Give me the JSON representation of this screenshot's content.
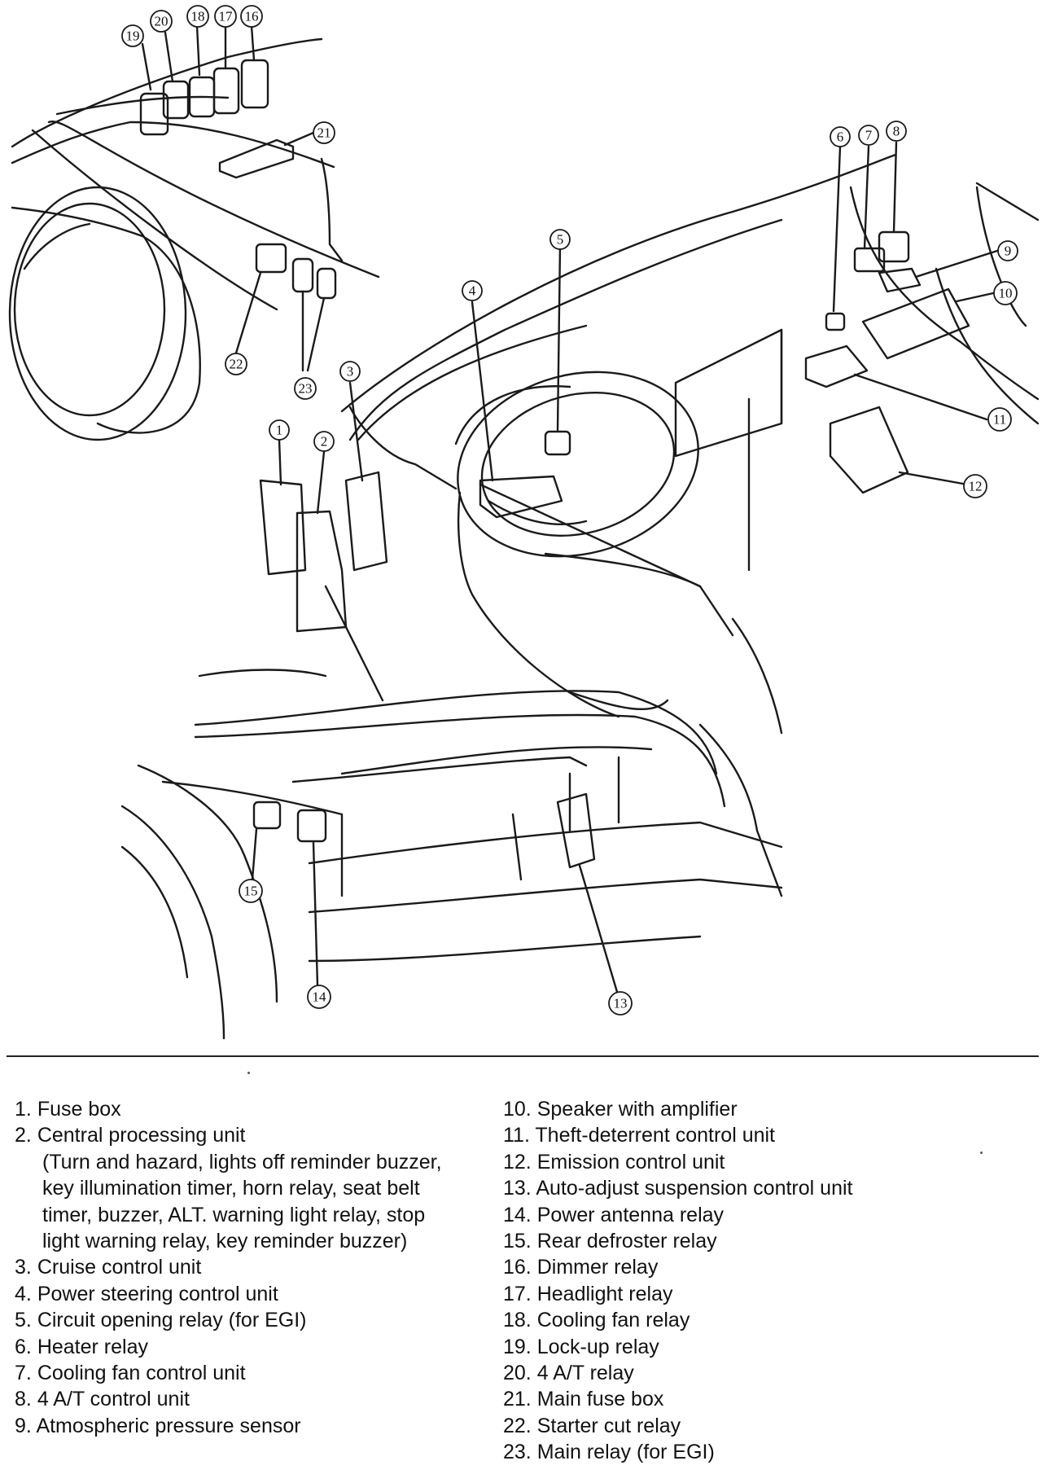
{
  "callouts": [
    "1",
    "2",
    "3",
    "4",
    "5",
    "6",
    "7",
    "8",
    "9",
    "10",
    "11",
    "12",
    "13",
    "14",
    "15",
    "16",
    "17",
    "18",
    "19",
    "20",
    "21",
    "22",
    "23"
  ],
  "legend": {
    "left": [
      {
        "num": "1.",
        "text": "Fuse box"
      },
      {
        "num": "2.",
        "text": "Central processing unit",
        "detail": [
          "(Turn and hazard, lights off reminder buzzer,",
          "key illumination timer, horn relay, seat belt",
          "timer, buzzer, ALT. warning light relay, stop",
          "light warning relay, key reminder buzzer)"
        ]
      },
      {
        "num": "3.",
        "text": "Cruise control unit"
      },
      {
        "num": "4.",
        "text": "Power steering control unit"
      },
      {
        "num": "5.",
        "text": "Circuit opening relay (for EGI)"
      },
      {
        "num": "6.",
        "text": "Heater relay"
      },
      {
        "num": "7.",
        "text": "Cooling fan control unit"
      },
      {
        "num": "8.",
        "text": "4 A/T control unit"
      },
      {
        "num": "9.",
        "text": "Atmospheric pressure sensor"
      }
    ],
    "right": [
      {
        "num": "10.",
        "text": "Speaker with amplifier"
      },
      {
        "num": "11.",
        "text": "Theft-deterrent control unit"
      },
      {
        "num": "12.",
        "text": "Emission control unit"
      },
      {
        "num": "13.",
        "text": "Auto-adjust suspension control unit"
      },
      {
        "num": "14.",
        "text": "Power antenna relay"
      },
      {
        "num": "15.",
        "text": "Rear defroster relay"
      },
      {
        "num": "16.",
        "text": "Dimmer relay"
      },
      {
        "num": "17.",
        "text": "Headlight relay"
      },
      {
        "num": "18.",
        "text": "Cooling fan relay"
      },
      {
        "num": "19.",
        "text": "Lock-up relay"
      },
      {
        "num": "20.",
        "text": "4 A/T relay"
      },
      {
        "num": "21.",
        "text": "Main fuse box"
      },
      {
        "num": "22.",
        "text": "Starter cut relay"
      },
      {
        "num": "23.",
        "text": "Main relay (for EGI)"
      }
    ]
  }
}
